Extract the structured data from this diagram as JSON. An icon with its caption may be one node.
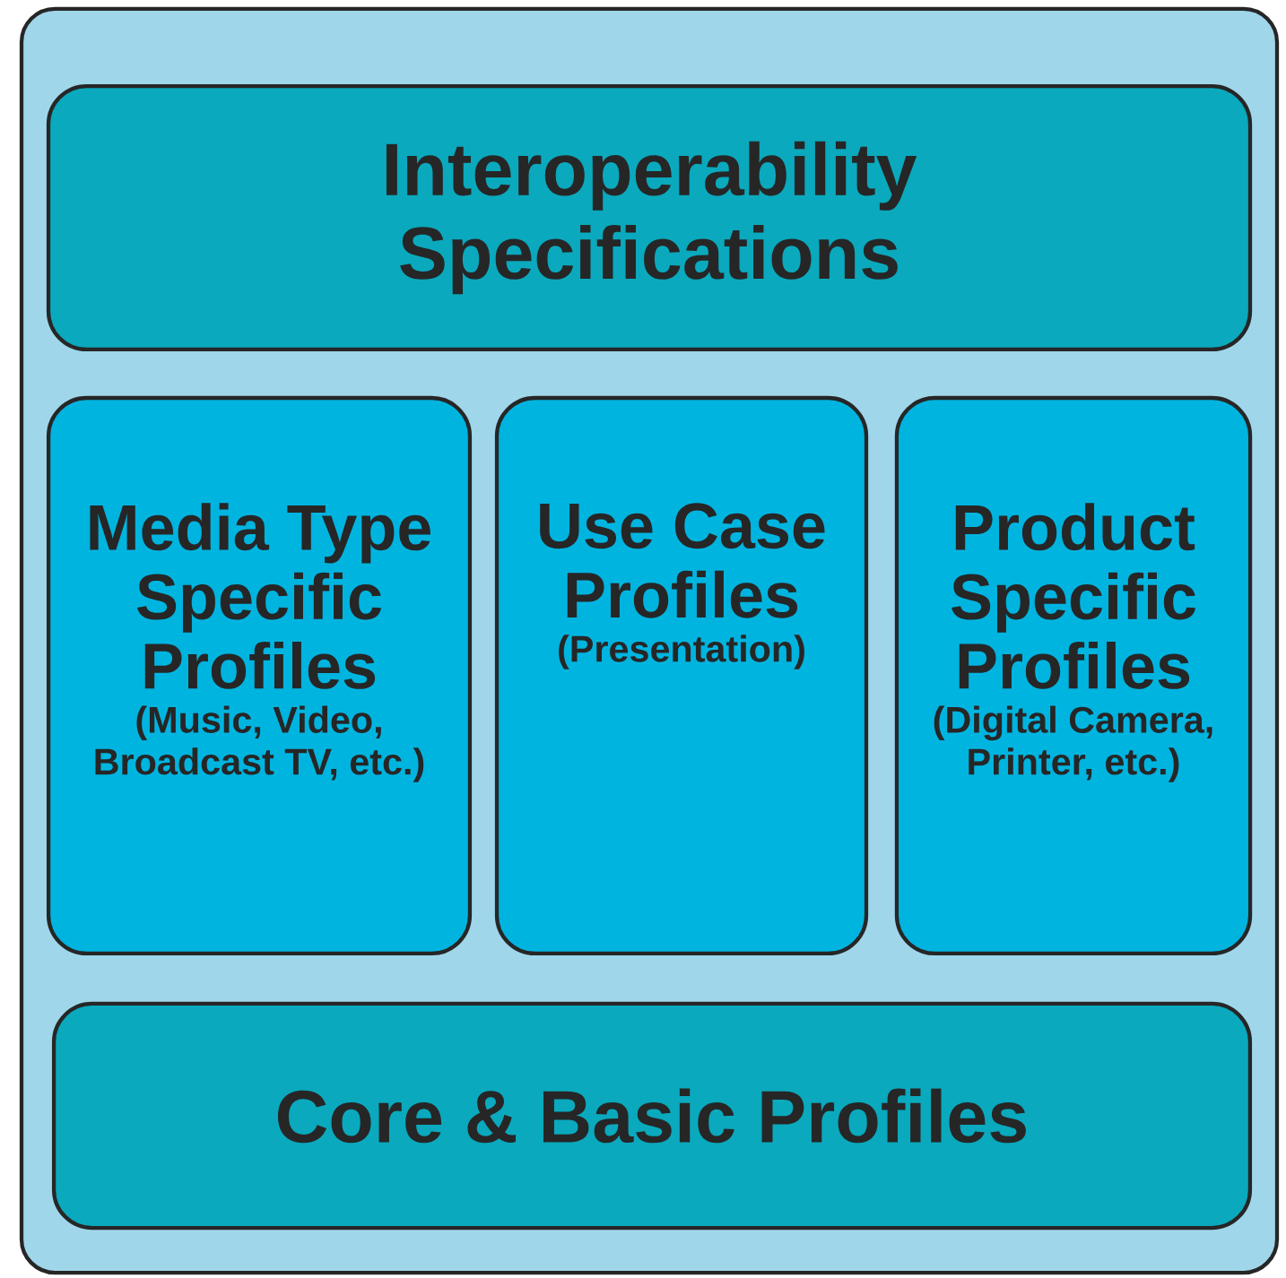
{
  "diagram": {
    "nodes": [
      {
        "text": [],
        "shape": "box"
      },
      {
        "text": [
          "Interoperability Specifications"
        ],
        "in": 0
      },
      {
        "text": [
          "Media Type Specific Profiles",
          "(Music, Video, Broadcast TV, etc.)"
        ],
        "in": 0
      },
      {
        "text": [
          "Use Case Profiles",
          "(Presentation)"
        ],
        "in": 0
      },
      {
        "text": [
          "Product Specific Profiles",
          "(Digital Camera, Printer, etc.)"
        ],
        "in": 0
      },
      {
        "text": [
          "Core & Basic Profiles"
        ],
        "in": 0
      }
    ]
  }
}
